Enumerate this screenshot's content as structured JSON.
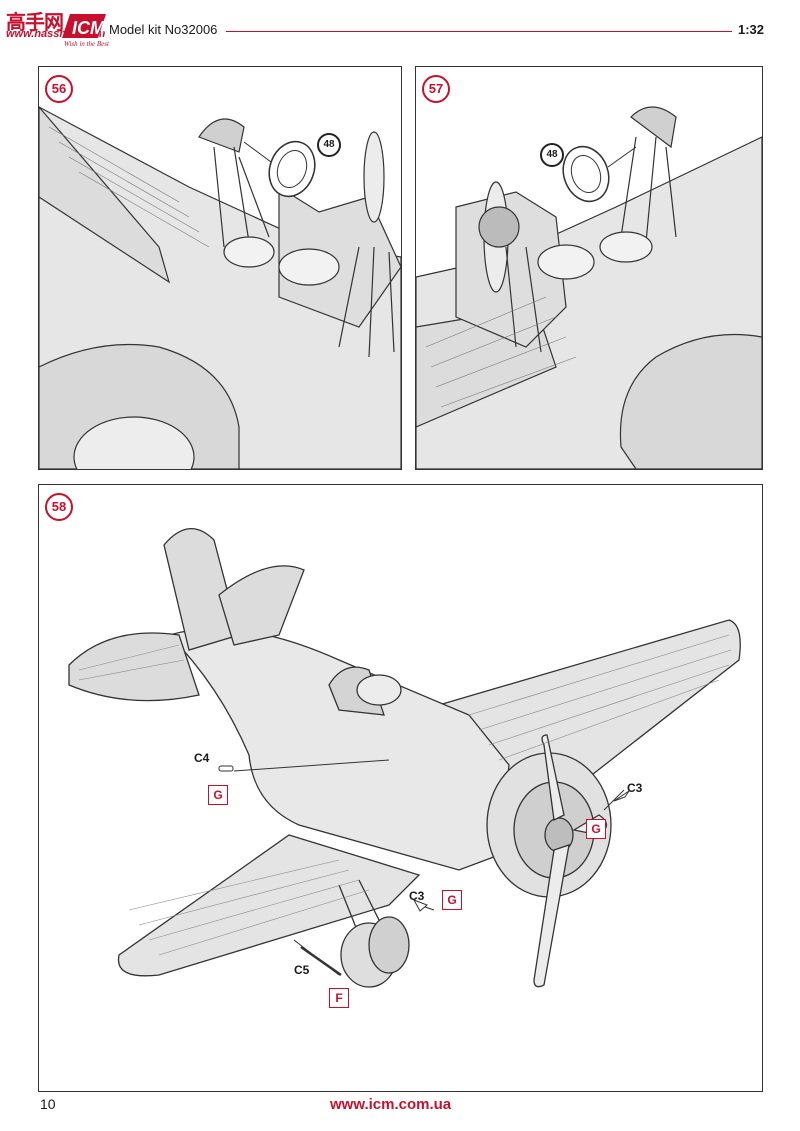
{
  "header": {
    "watermark_zh": "高手网",
    "watermark_url": "www.hasshou.com",
    "brand": "ICM",
    "brand_tagline": "Wish in the Best",
    "model_kit": "Model kit No32006",
    "scale": "1:32"
  },
  "steps": [
    {
      "number": "56",
      "ref_part": "48"
    },
    {
      "number": "57",
      "ref_part": "48"
    },
    {
      "number": "58",
      "callouts": [
        {
          "part": "C4",
          "sprue": "G"
        },
        {
          "part": "C3",
          "sprue": "G"
        },
        {
          "part": "C3",
          "sprue": "G"
        },
        {
          "part": "C5",
          "sprue": "F"
        }
      ]
    }
  ],
  "footer": {
    "page_number": "10",
    "url": "www.icm.com.ua"
  },
  "colors": {
    "accent": "#c8102e",
    "line": "#333333",
    "fill": "#e6e6e6"
  }
}
